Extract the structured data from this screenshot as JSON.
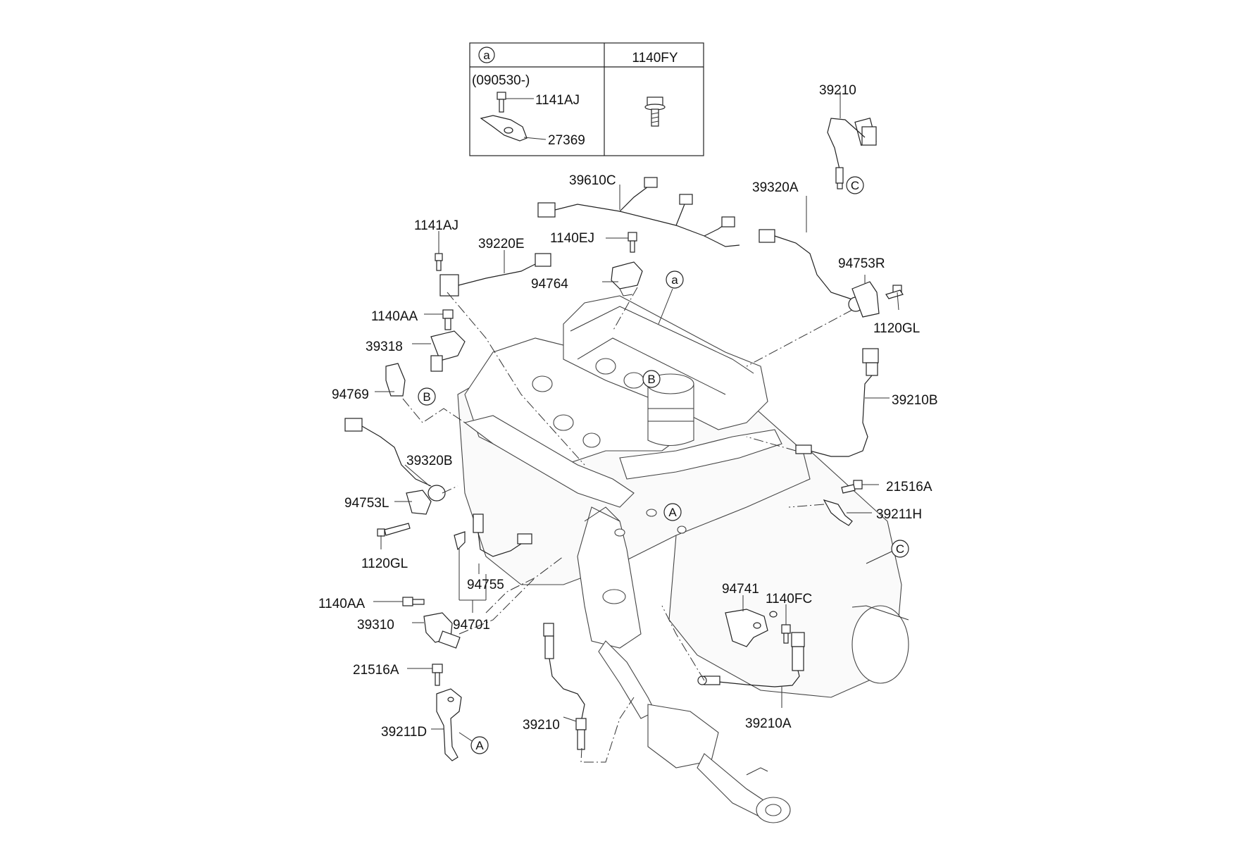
{
  "inset": {
    "variant_marker": "a",
    "bolt_code": "1140FY",
    "date_range": "(090530-)",
    "part_a": "1141AJ",
    "part_b": "27369"
  },
  "labels": {
    "sensor_top_right": "39210",
    "harness": "39610C",
    "knock_sensor_a": "39320A",
    "bracket_r": "94753R",
    "bolt_120gl_r": "1120GL",
    "bolt_1141aj": "1141AJ",
    "sensor_39220e": "39220E",
    "bolt_1140ej": "1140EJ",
    "bracket_94764": "94764",
    "bolt_1140aa_top": "1140AA",
    "sensor_39318": "39318",
    "bracket_94769": "94769",
    "sensor_39210b": "39210B",
    "knock_sensor_b": "39320B",
    "bracket_l": "94753L",
    "bolt_21516a_r": "21516A",
    "bracket_39211h": "39211H",
    "bolt_120gl_l": "1120GL",
    "sensor_94755": "94755",
    "bracket_94741": "94741",
    "bolt_1140fc": "1140FC",
    "bolt_1140aa_bottom": "1140AA",
    "sensor_39310": "39310",
    "part_94701": "94701",
    "bolt_21516a_l": "21516A",
    "sensor_bottom": "39210",
    "bracket_39211d": "39211D",
    "sensor_39210a": "39210A"
  },
  "callouts": {
    "c_top": "C",
    "a_engine": "a",
    "b_head": "B",
    "b_left": "B",
    "a_center": "A",
    "c_right": "C",
    "a_bottom": "A"
  }
}
